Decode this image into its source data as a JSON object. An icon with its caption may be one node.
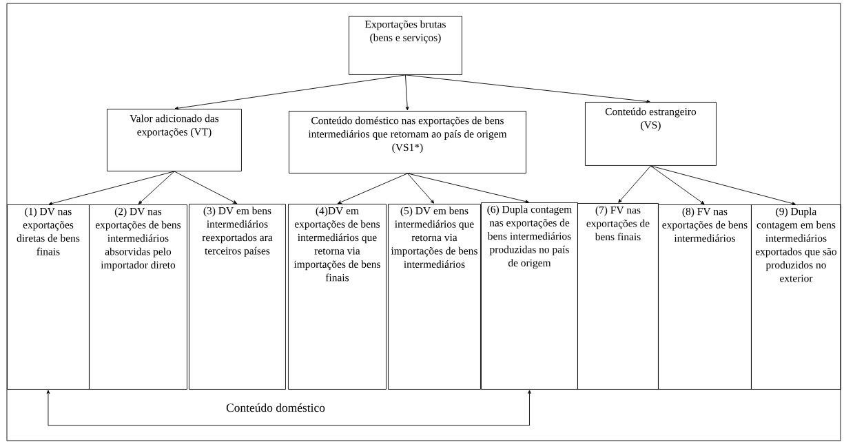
{
  "diagram": {
    "nodes": [
      {
        "text": [
          "Exportações brutas (bens e serviços)"
        ]
      },
      {
        "text": [
          "Valor adicionado das exportações (VT)"
        ]
      },
      {
        "text": [
          "Conteúdo doméstico nas exportações de bens intermediários que retornam ao país de origem (VS1*)"
        ]
      },
      {
        "text": [
          "Conteúdo estrangeiro (VS)"
        ]
      },
      {
        "text": [
          "(1) DV nas exportações diretas de bens finais"
        ]
      },
      {
        "text": [
          "(2) DV nas exportações de bens intermediários absorvidas pelo importador direto"
        ]
      },
      {
        "text": [
          "(3) DV em bens intermediários reexportados ara terceiros países"
        ]
      },
      {
        "text": [
          "(4)DV em exportações de bens intermediários que retorna via importações de bens finais"
        ]
      },
      {
        "text": [
          "(5) DV em bens intermediários que retorna via importações de bens intermediários"
        ]
      },
      {
        "text": [
          "(6) Dupla contagem nas exportações de bens intermediários produzidas no país de origem"
        ]
      },
      {
        "text": [
          "(7) FV nas exportações de bens finais"
        ]
      },
      {
        "text": [
          "(8) FV nas exportações de bens intermediários"
        ]
      },
      {
        "text": [
          "(9) Dupla contagem em bens intermediários exportados que são produzidos no exterior"
        ]
      }
    ],
    "edges": [
      {
        "from": 0,
        "to": 1,
        "arrow": "to"
      },
      {
        "from": 0,
        "to": 2,
        "arrow": "to"
      },
      {
        "from": 0,
        "to": 3,
        "arrow": "to"
      },
      {
        "from": 1,
        "to": 4,
        "arrow": "to"
      },
      {
        "from": 1,
        "to": 5,
        "arrow": "to"
      },
      {
        "from": 1,
        "to": 6,
        "arrow": "to"
      },
      {
        "from": 2,
        "to": 7,
        "arrow": "to"
      },
      {
        "from": 2,
        "to": 8,
        "arrow": "to"
      },
      {
        "from": 2,
        "to": 9,
        "arrow": "to"
      },
      {
        "from": 3,
        "to": 10,
        "arrow": "to"
      },
      {
        "from": 3,
        "to": 11,
        "arrow": "to"
      },
      {
        "from": 3,
        "to": 12,
        "arrow": "to"
      },
      {
        "from": 4,
        "to": 9,
        "arrow": "both",
        "label": "Conteúdo doméstico"
      }
    ]
  }
}
